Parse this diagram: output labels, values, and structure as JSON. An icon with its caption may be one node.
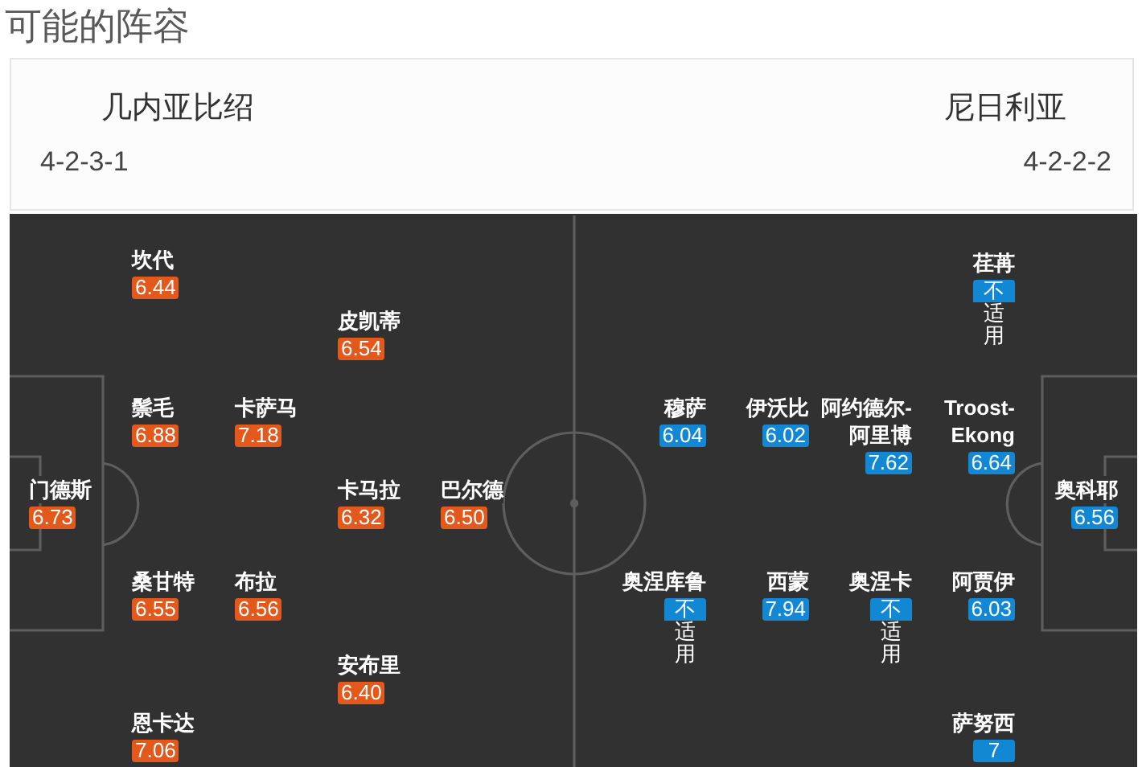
{
  "diagram": {
    "title": "可能的阵容",
    "nodes": [
      {
        "text": [
          "几内亚比绍",
          "4-2-3-1",
          "尼日利亚",
          "4-2-2-2"
        ]
      },
      {
        "text": [],
        "shape": "box"
      },
      {
        "text": [
          "坎代",
          "6.44"
        ],
        "in": 1
      },
      {
        "text": [
          "皮凯蒂",
          "6.54"
        ],
        "in": 1
      },
      {
        "text": [
          "鬃毛",
          "6.88"
        ],
        "in": 1
      },
      {
        "text": [
          "卡萨马",
          "7.18"
        ],
        "in": 1
      },
      {
        "text": [
          "门德斯",
          "6.73"
        ],
        "in": 1
      },
      {
        "text": [
          "卡马拉",
          "6.32"
        ],
        "in": 1
      },
      {
        "text": [
          "巴尔德",
          "6.50"
        ],
        "in": 1
      },
      {
        "text": [
          "桑甘特",
          "6.55"
        ],
        "in": 1
      },
      {
        "text": [
          "布拉",
          "6.56"
        ],
        "in": 1
      },
      {
        "text": [
          "安布里",
          "6.40"
        ],
        "in": 1
      },
      {
        "text": [
          "恩卡达",
          "7.06"
        ],
        "in": 1
      },
      {
        "text": [
          "荏苒",
          "不适用"
        ],
        "in": 1
      },
      {
        "text": [
          "穆萨",
          "6.04"
        ],
        "in": 1
      },
      {
        "text": [
          "伊沃比",
          "6.02"
        ],
        "in": 1
      },
      {
        "text": [
          "阿约德尔-阿里博",
          "7.62"
        ],
        "in": 1
      },
      {
        "text": [
          "Troost-Ekong",
          "6.64"
        ],
        "in": 1
      },
      {
        "text": [
          "奥科耶",
          "6.56"
        ],
        "in": 1
      },
      {
        "text": [
          "奥涅库鲁",
          "不适用"
        ],
        "in": 1
      },
      {
        "text": [
          "西蒙",
          "7.94"
        ],
        "in": 1
      },
      {
        "text": [
          "奥涅卡",
          "不适用"
        ],
        "in": 1
      },
      {
        "text": [
          "阿贾伊",
          "6.03"
        ],
        "in": 1
      },
      {
        "text": [
          "萨努西",
          "7"
        ],
        "in": 1
      }
    ]
  }
}
